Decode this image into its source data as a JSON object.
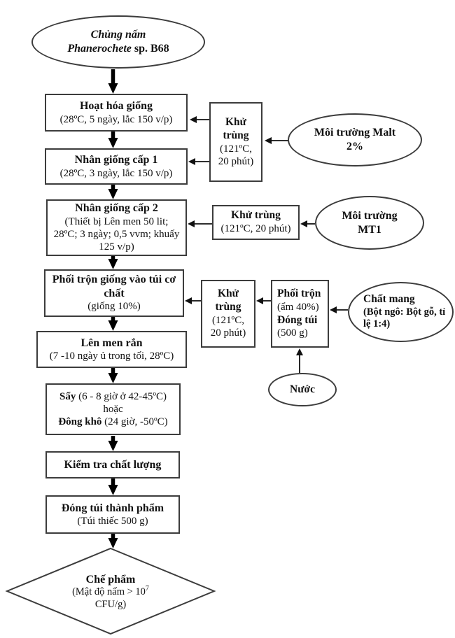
{
  "diagram": {
    "type": "flowchart",
    "language": "vi",
    "colors": {
      "border": "#3c3c3c",
      "text": "#111111",
      "background": "#ffffff",
      "arrow": "#000000"
    },
    "nodes": {
      "strain": {
        "line1": "Chủng nấm",
        "species": "Phanerochete",
        "species_rest": " sp. B68"
      },
      "activation": {
        "title": "Hoạt hóa giống",
        "detail": "(28ºC, 5 ngày, lắc 150 v/p)"
      },
      "sterilize1": {
        "title": "Khử trùng",
        "detail1": "(121ºC,",
        "detail2": "20 phút)"
      },
      "malt": {
        "label": "Môi trường Malt 2%"
      },
      "seed1": {
        "title": "Nhân giống cấp 1",
        "detail": "(28ºC, 3 ngày, lắc 150 v/p)"
      },
      "seed2": {
        "title": "Nhân giống cấp 2",
        "detail": "(Thiết bị Lên men 50 lit; 28ºC; 3 ngày; 0,5 vvm; khuấy 125 v/p)"
      },
      "sterilize2": {
        "title": "Khử trùng",
        "detail": "(121ºC, 20 phút)"
      },
      "mt1": {
        "label": "Môi trường MT1"
      },
      "mix_seed": {
        "title": "Phối trộn giống vào túi cơ chất",
        "detail": "(giống 10%)"
      },
      "sterilize3": {
        "title": "Khử trùng",
        "detail1": "(121ºC,",
        "detail2": "20 phút)"
      },
      "mix_pack": {
        "line1": "Phối trộn",
        "line2": "(ẩm 40%)",
        "line3": "Đóng túi",
        "line4": "(500 g)"
      },
      "carrier": {
        "title": "Chất mang",
        "detail": "(Bột ngô: Bột gỗ, tỉ lệ 1:4)"
      },
      "solid_ferment": {
        "title": "Lên men rắn",
        "detail": "(7 -10 ngày ủ trong tối, 28ºC)"
      },
      "water": {
        "label": "Nước"
      },
      "dry": {
        "bold1": "Sấy",
        "rest1": " (6 - 8 giờ ở 42-45ºC)",
        "middle": "hoặc",
        "bold2": "Đông khô",
        "rest2": " (24 giờ, -50ºC)"
      },
      "qc": {
        "title": "Kiểm tra chất lượng"
      },
      "final_pack": {
        "title": "Đóng túi thành phẩm",
        "detail": "(Túi thiếc 500 g)"
      },
      "product": {
        "title": "Chế phẩm",
        "detail_pre": "(Mật độ nấm > 10",
        "detail_sup": "7",
        "detail_post": "CFU/g)"
      }
    }
  }
}
